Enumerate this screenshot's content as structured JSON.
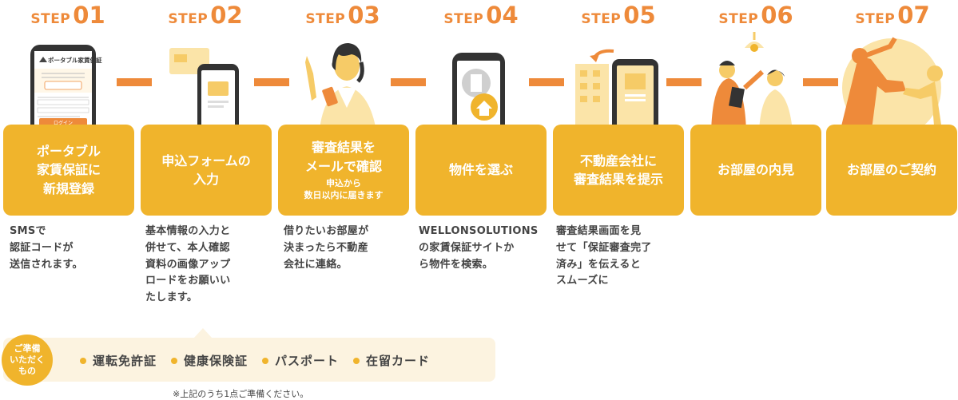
{
  "colors": {
    "accent": "#EE8A3A",
    "card": "#F0B42C",
    "light": "#FBE4A8",
    "prep_bg": "#FCF3E0"
  },
  "steps": [
    {
      "word": "STEP",
      "num": "01",
      "title": "ポータブル\n家賃保証に\n新規登録",
      "sub": "",
      "desc": "SMSで\n認証コードが\n送信されます。",
      "illustration": "phone-app-icon",
      "phone": {
        "logo": "ポータブル家賃保証",
        "button": "ログイン"
      }
    },
    {
      "word": "STEP",
      "num": "02",
      "title": "申込フォームの\n入力",
      "sub": "",
      "desc": "基本情報の入力と\n併せて、本人確認\n資料の画像アップ\nロードをお願いい\nたします。",
      "illustration": "phone-card-icon"
    },
    {
      "word": "STEP",
      "num": "03",
      "title": "審査結果を\nメールで確認",
      "sub": "申込から\n数日以内に届きます",
      "desc": "借りたいお部屋が\n決まったら不動産\n会社に連絡。",
      "illustration": "woman-phone-icon"
    },
    {
      "word": "STEP",
      "num": "04",
      "title": "物件を選ぶ",
      "sub": "",
      "desc": "WELLONSOLUTIONS\nの家賃保証サイトか\nら物件を検索。",
      "illustration": "phone-building-icon"
    },
    {
      "word": "STEP",
      "num": "05",
      "title": "不動産会社に\n審査結果を提示",
      "sub": "",
      "desc": "審査結果画面を見\nせて「保証審査完了\n済み」を伝えると\nスムーズに",
      "illustration": "building-phone-icon"
    },
    {
      "word": "STEP",
      "num": "06",
      "title": "お部屋の内見",
      "sub": "",
      "desc": "",
      "illustration": "viewing-people-icon"
    },
    {
      "word": "STEP",
      "num": "07",
      "title": "お部屋のご契約",
      "sub": "",
      "desc": "",
      "illustration": "handshake-icon"
    }
  ],
  "prep": {
    "label": "ご準備\nいただく\nもの",
    "items": [
      "運転免許証",
      "健康保険証",
      "パスポート",
      "在留カード"
    ],
    "note": "※上記のうち1点ご準備ください。"
  }
}
